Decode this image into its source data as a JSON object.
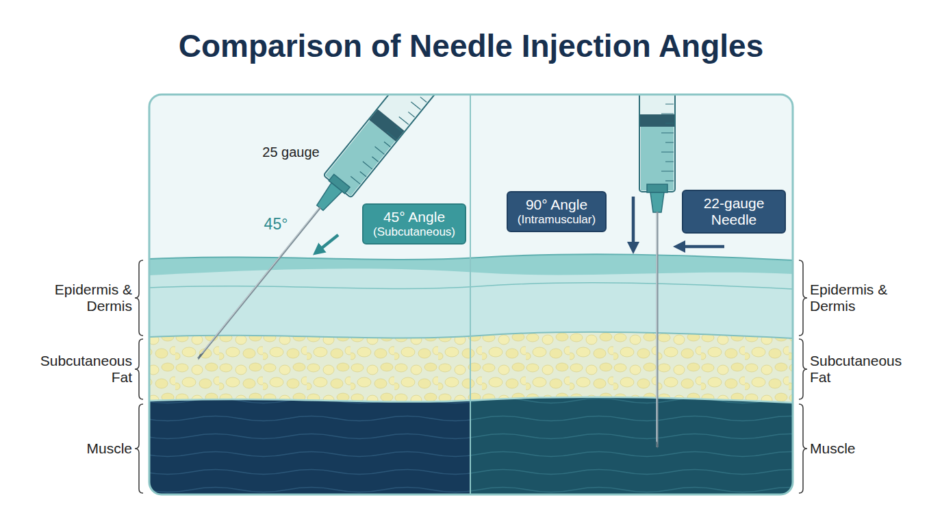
{
  "diagram": {
    "title": "Comparison of Needle Injection Angles",
    "nodes": [
      {
        "text": [
          "45° Angle",
          "(Subcutaneous)"
        ]
      },
      {
        "text": [
          "90° Angle",
          "(Intramuscular)"
        ]
      },
      {
        "text": [
          "22-gauge Needle"
        ]
      }
    ],
    "labels": [
      "25 gauge",
      "45°",
      "Epidermis & Dermis",
      "Subcutaneous Fat",
      "Muscle",
      "Epidermis & Dermis",
      "Subcutaneous Fat",
      "Muscle"
    ]
  }
}
